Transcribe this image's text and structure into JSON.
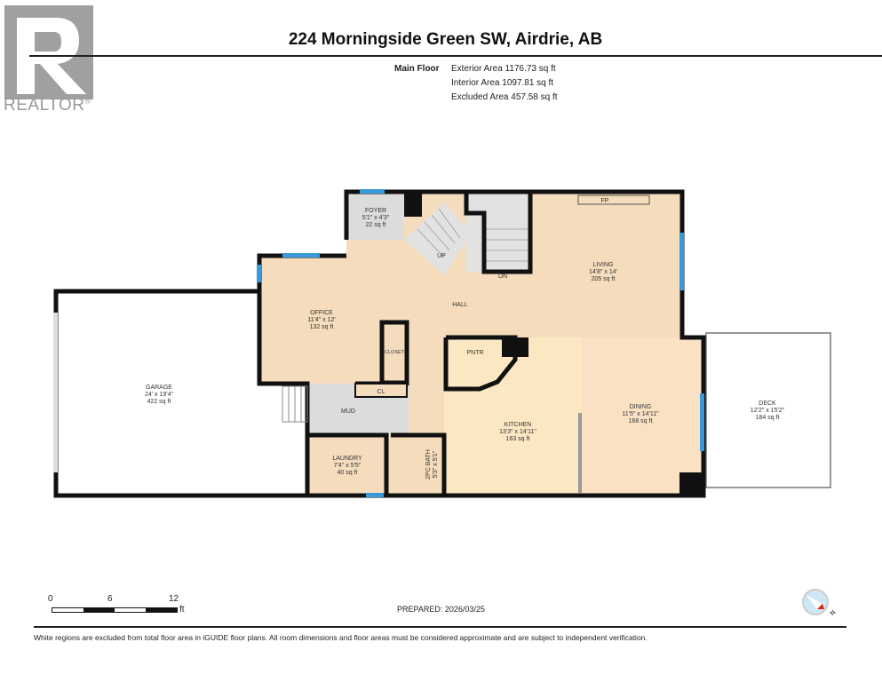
{
  "header": {
    "title": "224 Morningside Green SW, Airdrie, AB",
    "logo_text": "REALTOR",
    "floor_name": "Main Floor",
    "areas": [
      "Exterior Area 1176.73 sq ft",
      "Interior Area 1097.81 sq ft",
      "Excluded Area 457.58 sq ft"
    ]
  },
  "rooms": {
    "foyer": {
      "name": "FOYER",
      "dims": "5'1\" x 4'3\"",
      "area": "22 sq ft"
    },
    "office": {
      "name": "OFFICE",
      "dims": "11'4\" x 12'",
      "area": "132 sq ft"
    },
    "living": {
      "name": "LIVING",
      "dims": "14'8\" x 14'",
      "area": "205 sq ft"
    },
    "hall": {
      "name": "HALL"
    },
    "garage": {
      "name": "GARAGE",
      "dims": "24' x 19'4\"",
      "area": "422 sq ft"
    },
    "closet": {
      "name": "CLOSET"
    },
    "cl": {
      "name": "CL"
    },
    "mud": {
      "name": "MUD"
    },
    "pntr": {
      "name": "PNTR"
    },
    "kitchen": {
      "name": "KITCHEN",
      "dims": "13'3\" x 14'11\"",
      "area": "163 sq ft"
    },
    "dining": {
      "name": "DINING",
      "dims": "11'5\" x 14'11\"",
      "area": "168 sq ft"
    },
    "deck": {
      "name": "DECK",
      "dims": "12'2\" x 15'2\"",
      "area": "184 sq ft"
    },
    "laundry": {
      "name": "LAUNDRY",
      "dims": "7'4\" x 5'5\"",
      "area": "40 sq ft"
    },
    "bath": {
      "name": "2PC BATH",
      "dims": "5'3\" x 5'1\""
    },
    "stairs_up": "UP",
    "stairs_down": "DN",
    "fireplace": "FP"
  },
  "colors": {
    "warm": "#f5dcbc",
    "kitchen": "#fbe8c3",
    "grey": "#dcdcdc",
    "wall": "#111111",
    "window": "#3a9ad9"
  },
  "footer": {
    "scale_ticks": [
      "0",
      "6",
      "12"
    ],
    "scale_unit": "ft",
    "prepared": "PREPARED: 2026/03/25",
    "compass_label": "N",
    "disclaimer": "White regions are excluded from total floor area in iGUIDE floor plans. All room dimensions and floor areas must be considered approximate and are subject to independent verification."
  }
}
